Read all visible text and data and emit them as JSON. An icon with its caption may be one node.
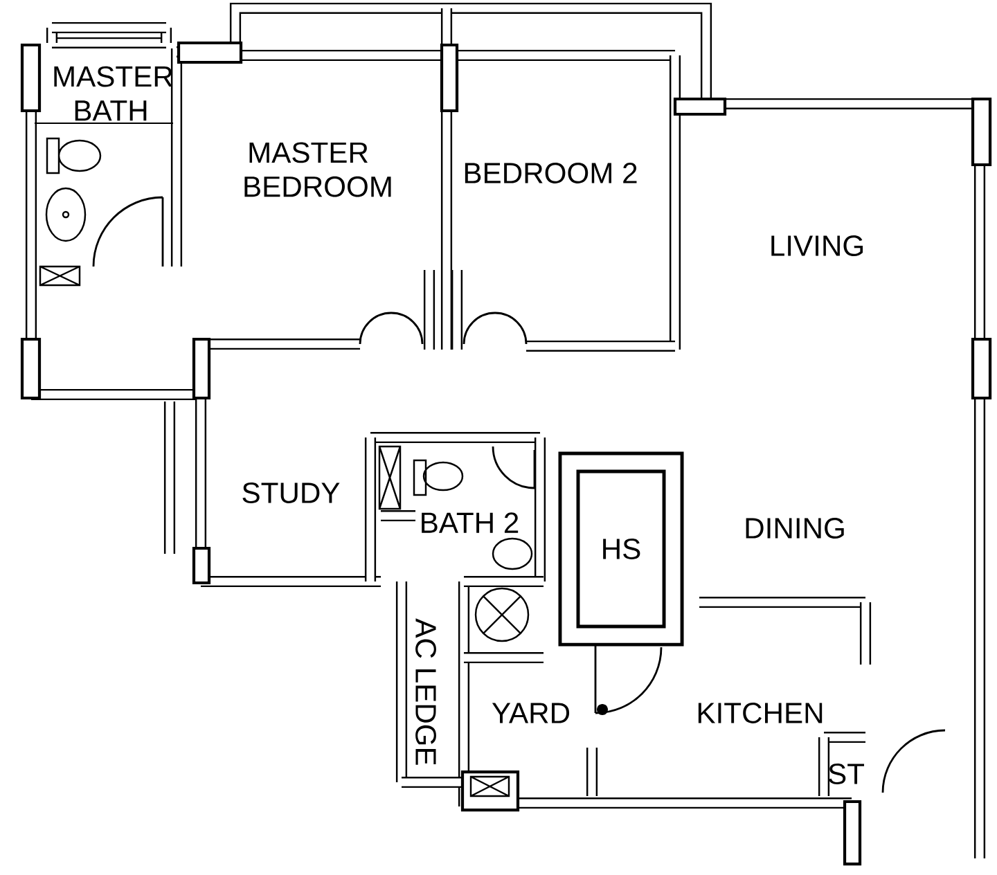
{
  "diagram": {
    "nodes": [
      {
        "text": [
          "HS"
        ]
      }
    ],
    "labels": [
      "MASTER BATH",
      "MASTER BEDROOM",
      "BEDROOM 2",
      "LIVING",
      "STUDY",
      "BATH 2",
      "DINING",
      "AC LEDGE",
      "YARD",
      "KITCHEN",
      "ST"
    ]
  }
}
